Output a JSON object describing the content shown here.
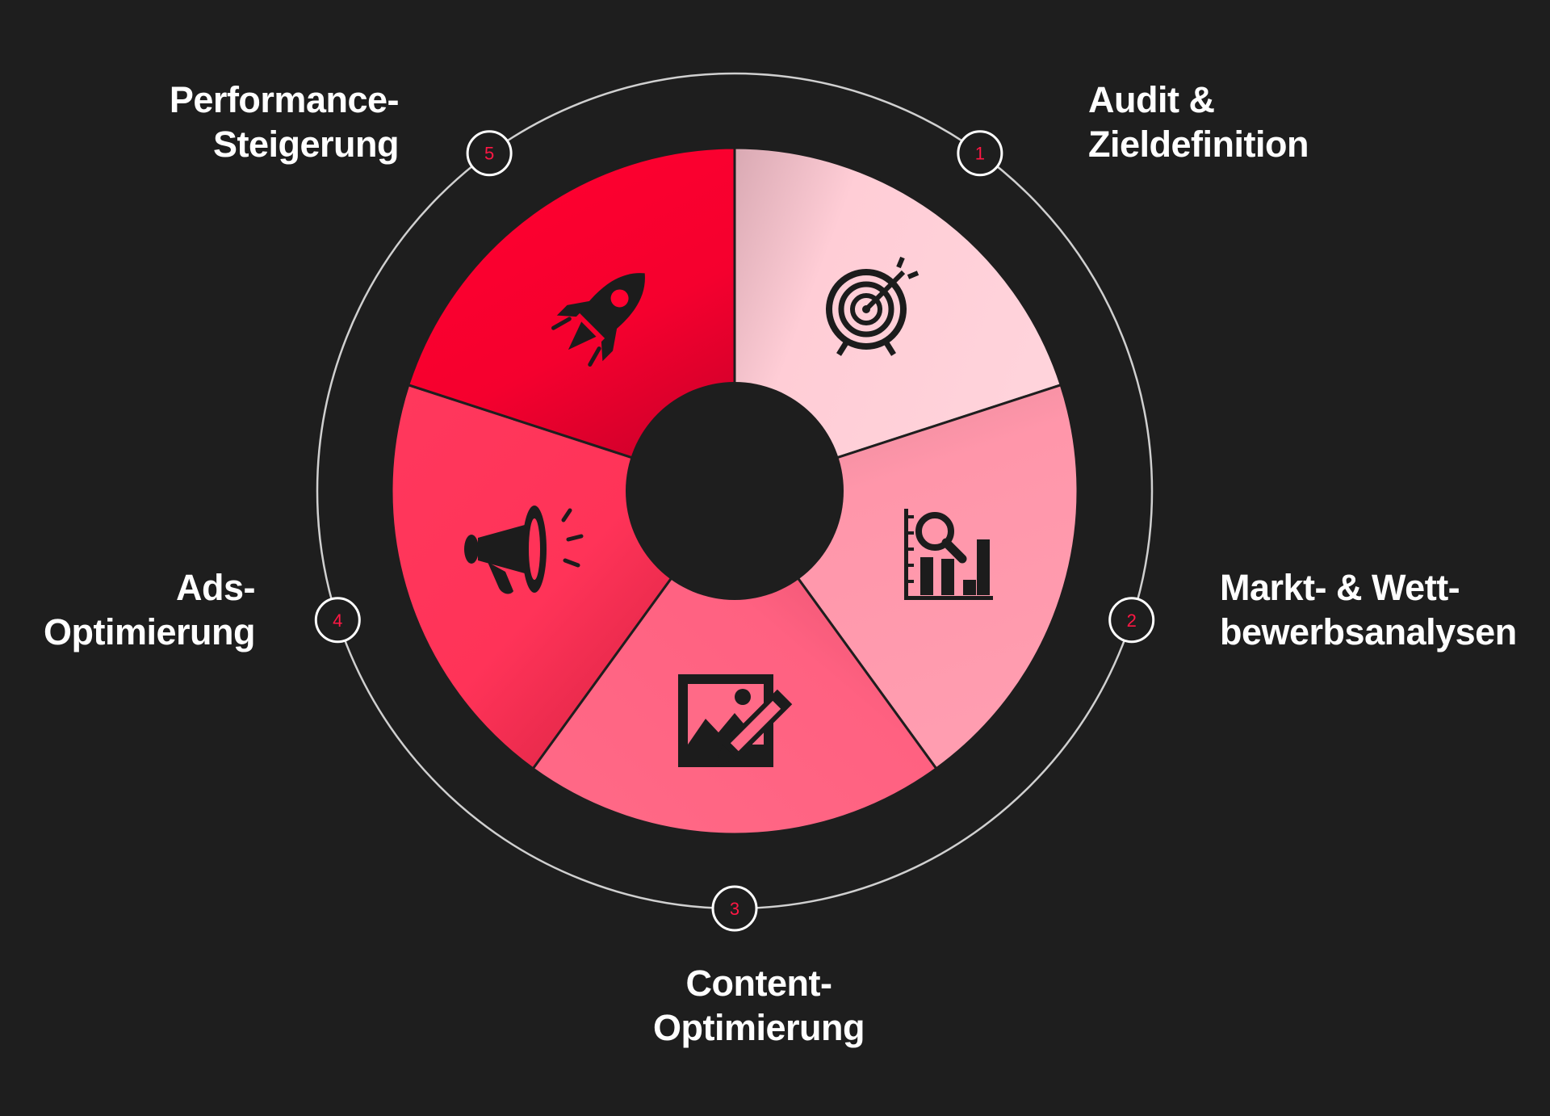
{
  "colors": {
    "background": "#1e1e1e",
    "ring": "#cfcfcf",
    "badge_number": "#ff1744",
    "icon": "#1c1c1c",
    "segment_1": "#ffcdd6",
    "segment_2": "#ff96aa",
    "segment_3": "#ff6181",
    "segment_4": "#ff3358",
    "segment_5": "#ff0030"
  },
  "steps": [
    {
      "number": "1",
      "line1": "Audit &",
      "line2": "Zieldefinition",
      "icon": "target-icon"
    },
    {
      "number": "2",
      "line1": "Markt- & Wett-",
      "line2": "bewerbsanalysen",
      "icon": "analytics-chart-icon"
    },
    {
      "number": "3",
      "line1": "Content-",
      "line2": "Optimierung",
      "icon": "image-edit-icon"
    },
    {
      "number": "4",
      "line1": "Ads-",
      "line2": "Optimierung",
      "icon": "megaphone-icon"
    },
    {
      "number": "5",
      "line1": "Performance-",
      "line2": "Steigerung",
      "icon": "rocket-icon"
    }
  ]
}
